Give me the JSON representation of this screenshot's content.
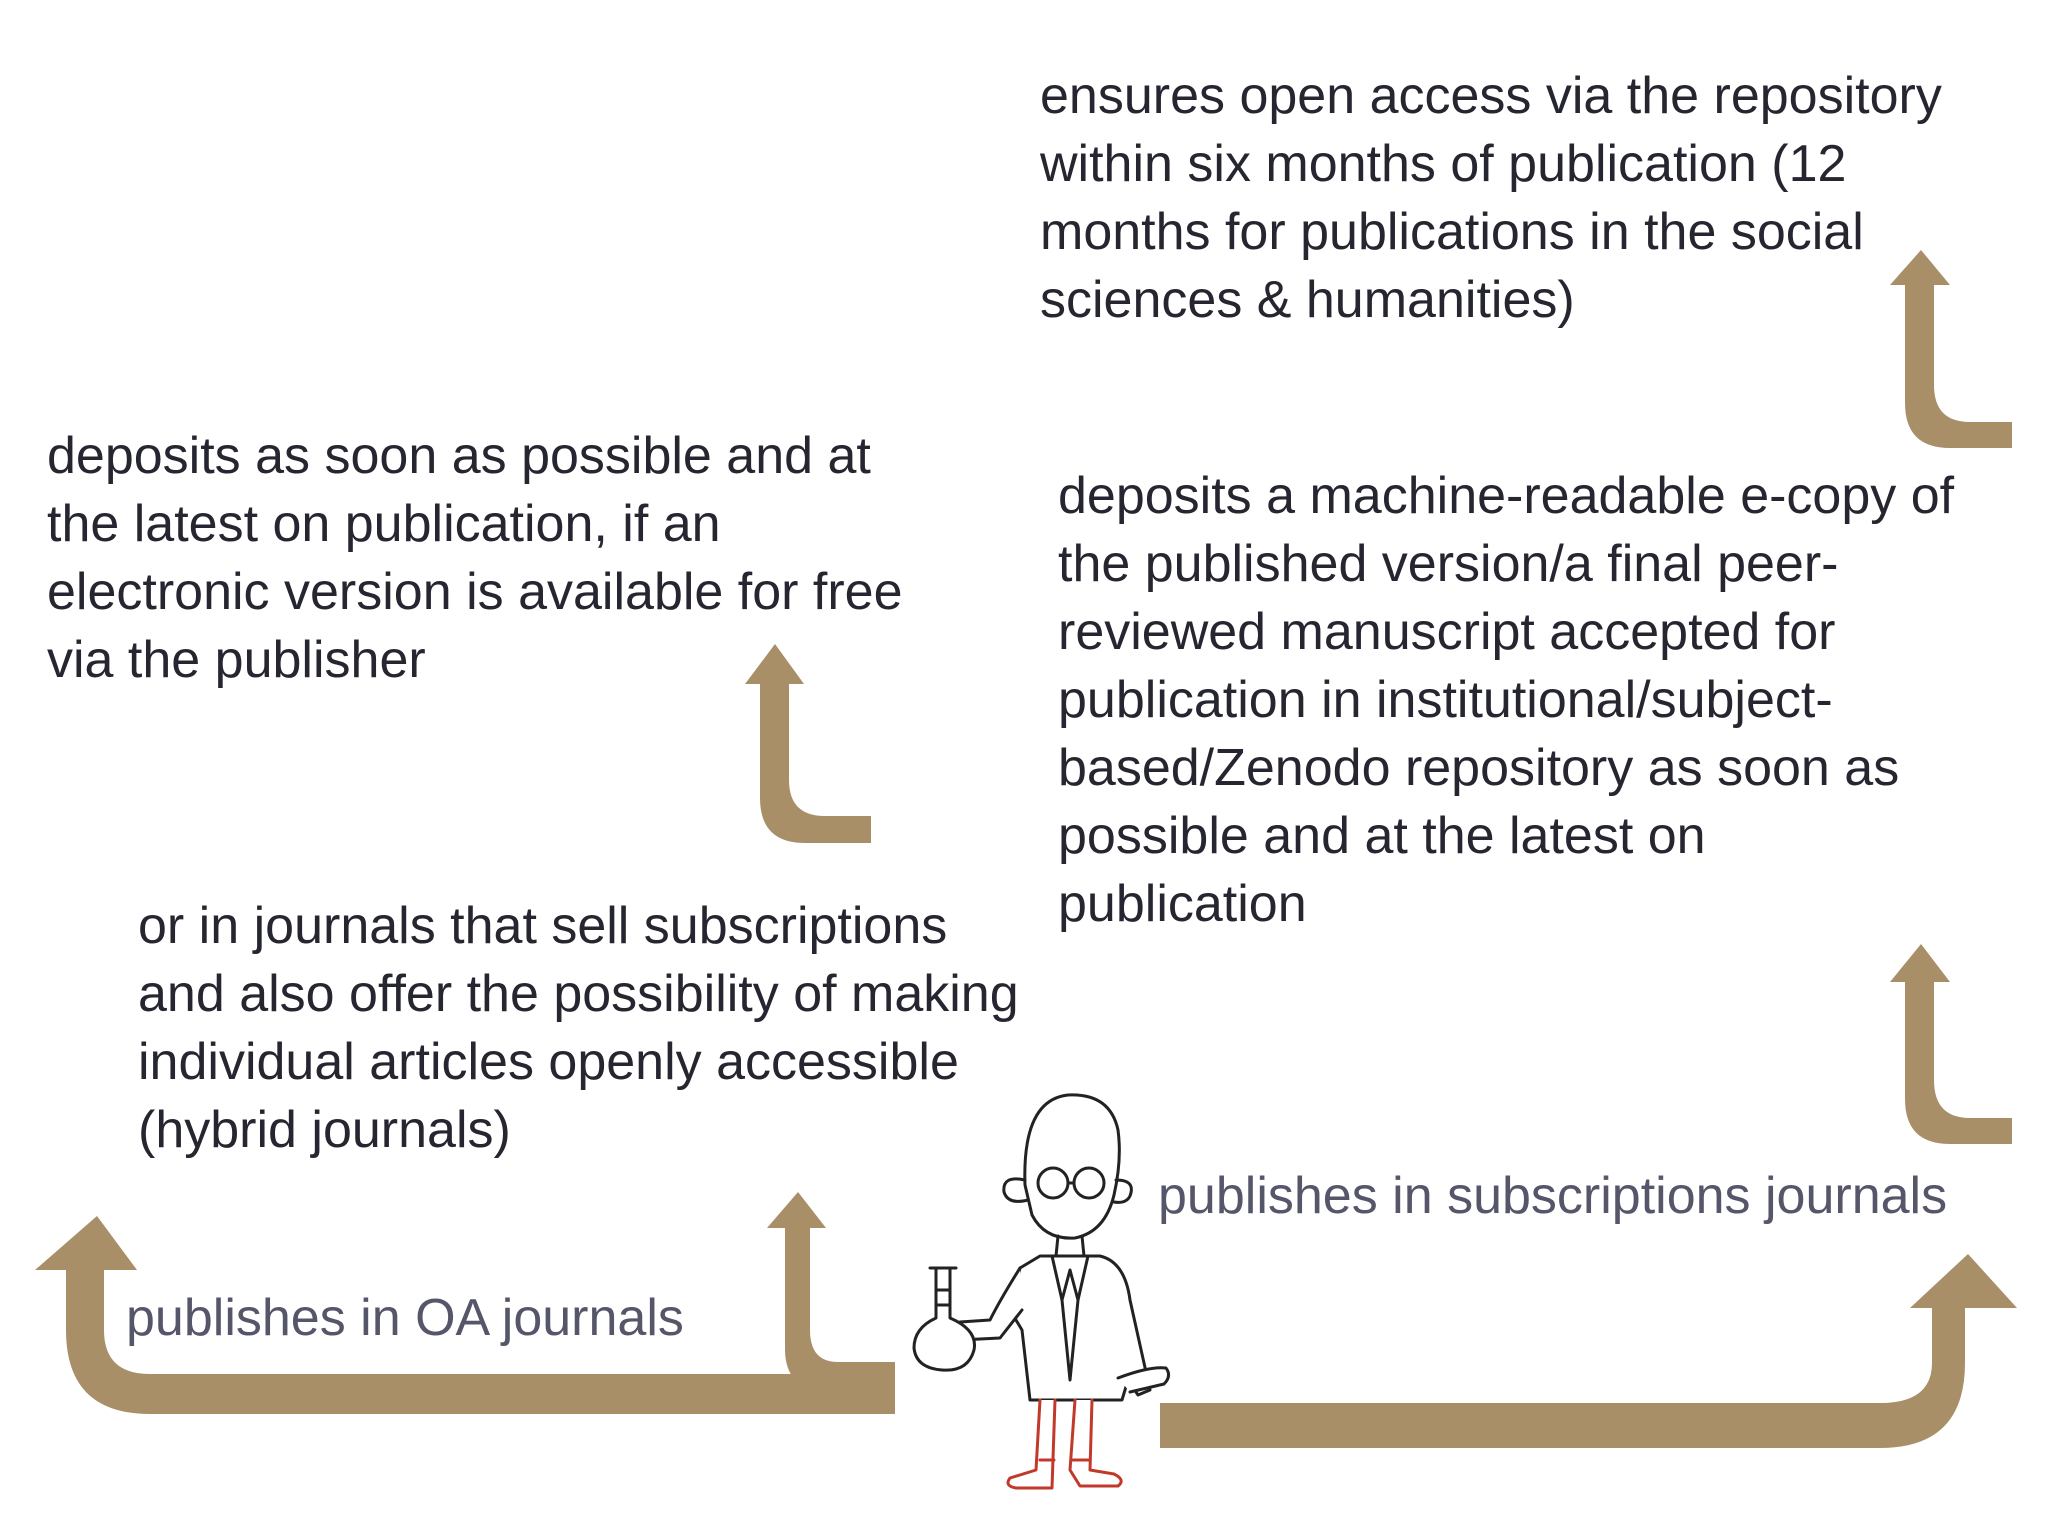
{
  "colors": {
    "arrow": "#a88f68",
    "text": "#262631",
    "label_text": "#56566a",
    "figure_outline": "#222222",
    "figure_legs": "#c0392b"
  },
  "texts": {
    "open_access": {
      "lines": [
        "ensures open access via the repository",
        "within six months of publication (12",
        "months for publications in the social",
        "sciences & humanities)"
      ]
    },
    "deposit_free": {
      "lines": [
        "deposits as soon as possible and at",
        "the latest on publication, if an",
        "electronic version is available for free",
        "via the publisher"
      ]
    },
    "deposit_ecopy": {
      "lines": [
        "deposits a machine-readable e-copy of",
        "the published version/a final peer-",
        "reviewed manuscript accepted for",
        "publication in institutional/subject-",
        "based/Zenodo repository as soon as",
        "possible and at the latest on",
        "publication"
      ]
    },
    "hybrid": {
      "lines": [
        "or in journals that sell subscriptions",
        "and also offer the possibility of making",
        "individual articles openly accessible",
        "(hybrid journals)"
      ]
    }
  },
  "labels": {
    "oa_journals": "publishes in OA journals",
    "subscription_journals": "publishes in subscriptions journals"
  },
  "icons": {
    "researcher": "scientist-with-flask-icon"
  }
}
